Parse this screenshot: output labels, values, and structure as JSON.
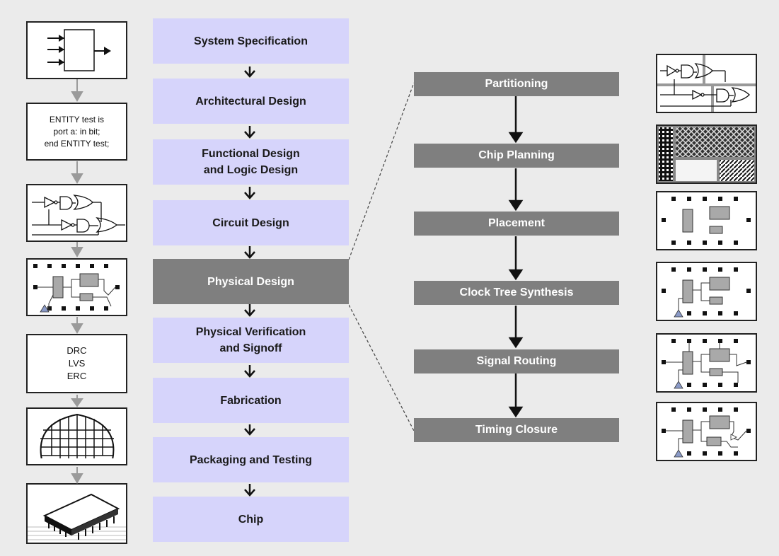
{
  "flow": [
    {
      "label": "System Specification",
      "active": false
    },
    {
      "label": "Architectural Design",
      "active": false
    },
    {
      "label": "Functional Design\nand Logic Design",
      "active": false
    },
    {
      "label": "Circuit Design",
      "active": false
    },
    {
      "label": "Physical Design",
      "active": true
    },
    {
      "label": "Physical Verification\nand Signoff",
      "active": false
    },
    {
      "label": "Fabrication",
      "active": false
    },
    {
      "label": "Packaging and Testing",
      "active": false
    },
    {
      "label": "Chip",
      "active": false
    }
  ],
  "physical_steps": [
    "Partitioning",
    "Chip Planning",
    "Placement",
    "Clock Tree Synthesis",
    "Signal Routing",
    "Timing Closure"
  ],
  "left_thumbnails": {
    "entity_code": "ENTITY test is\nport a: in bit;\nend ENTITY test;",
    "verification_checks": [
      "DRC",
      "LVS",
      "ERC"
    ]
  },
  "colors": {
    "flow_box": "#d6d4fb",
    "active_box": "#7f7f7f",
    "background": "#ebebeb"
  }
}
